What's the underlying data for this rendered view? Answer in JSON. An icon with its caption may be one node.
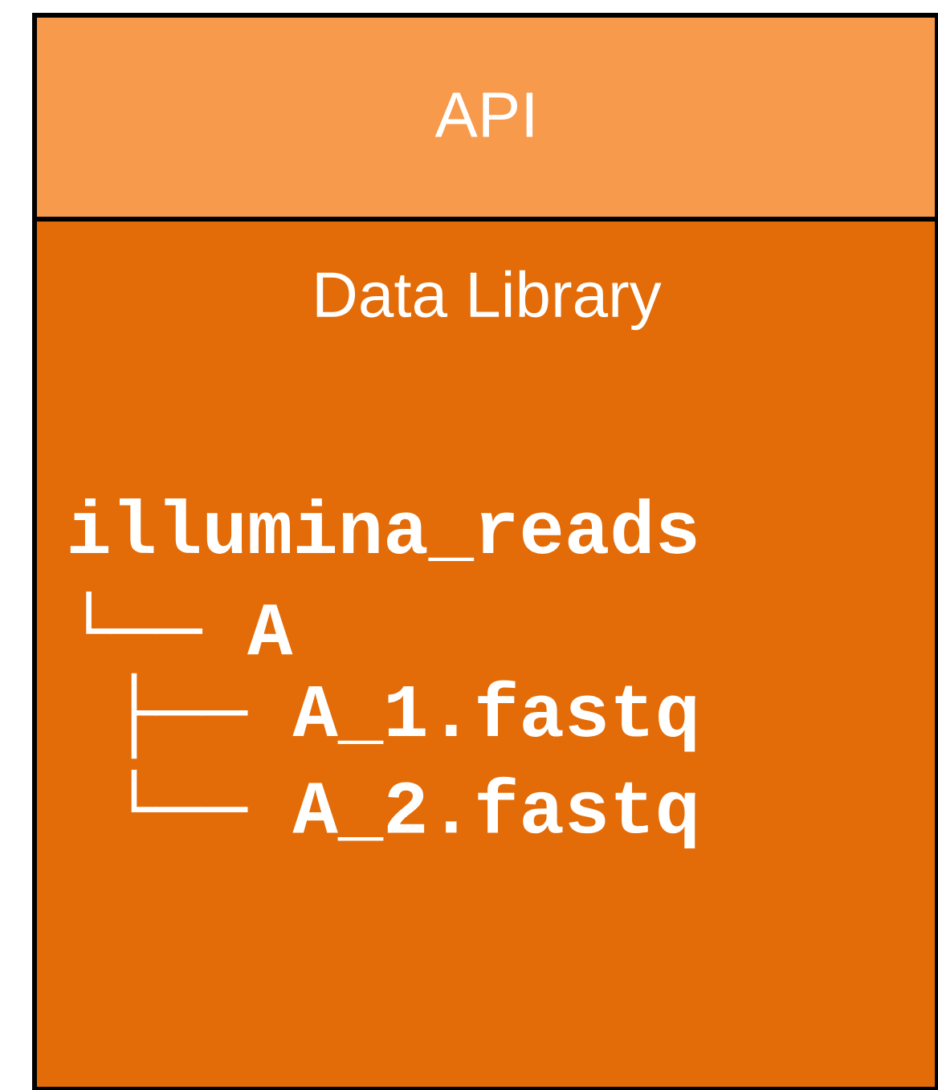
{
  "diagram": {
    "nodes": [
      {
        "text": [
          "API"
        ]
      },
      {
        "text": [
          "Data Library",
          "illumina_reads",
          "└── A",
          "    ├── A_1.fastq",
          "    └── A_2.fastq"
        ]
      }
    ]
  }
}
